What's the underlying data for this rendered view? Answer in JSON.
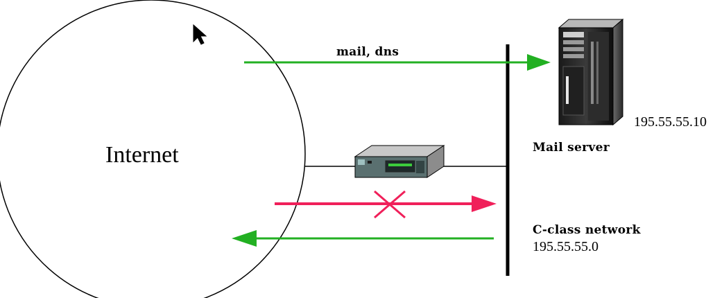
{
  "diagram": {
    "internet_label": "Internet",
    "traffic_label": "mail, dns",
    "mail_server": {
      "ip": "195.55.55.10",
      "label": "Mail server"
    },
    "network": {
      "label": "C-class network",
      "address": "195.55.55.0"
    },
    "colors": {
      "allowed_arrow": "#22b022",
      "blocked_arrow": "#f0205a",
      "lines": "#000000"
    }
  }
}
